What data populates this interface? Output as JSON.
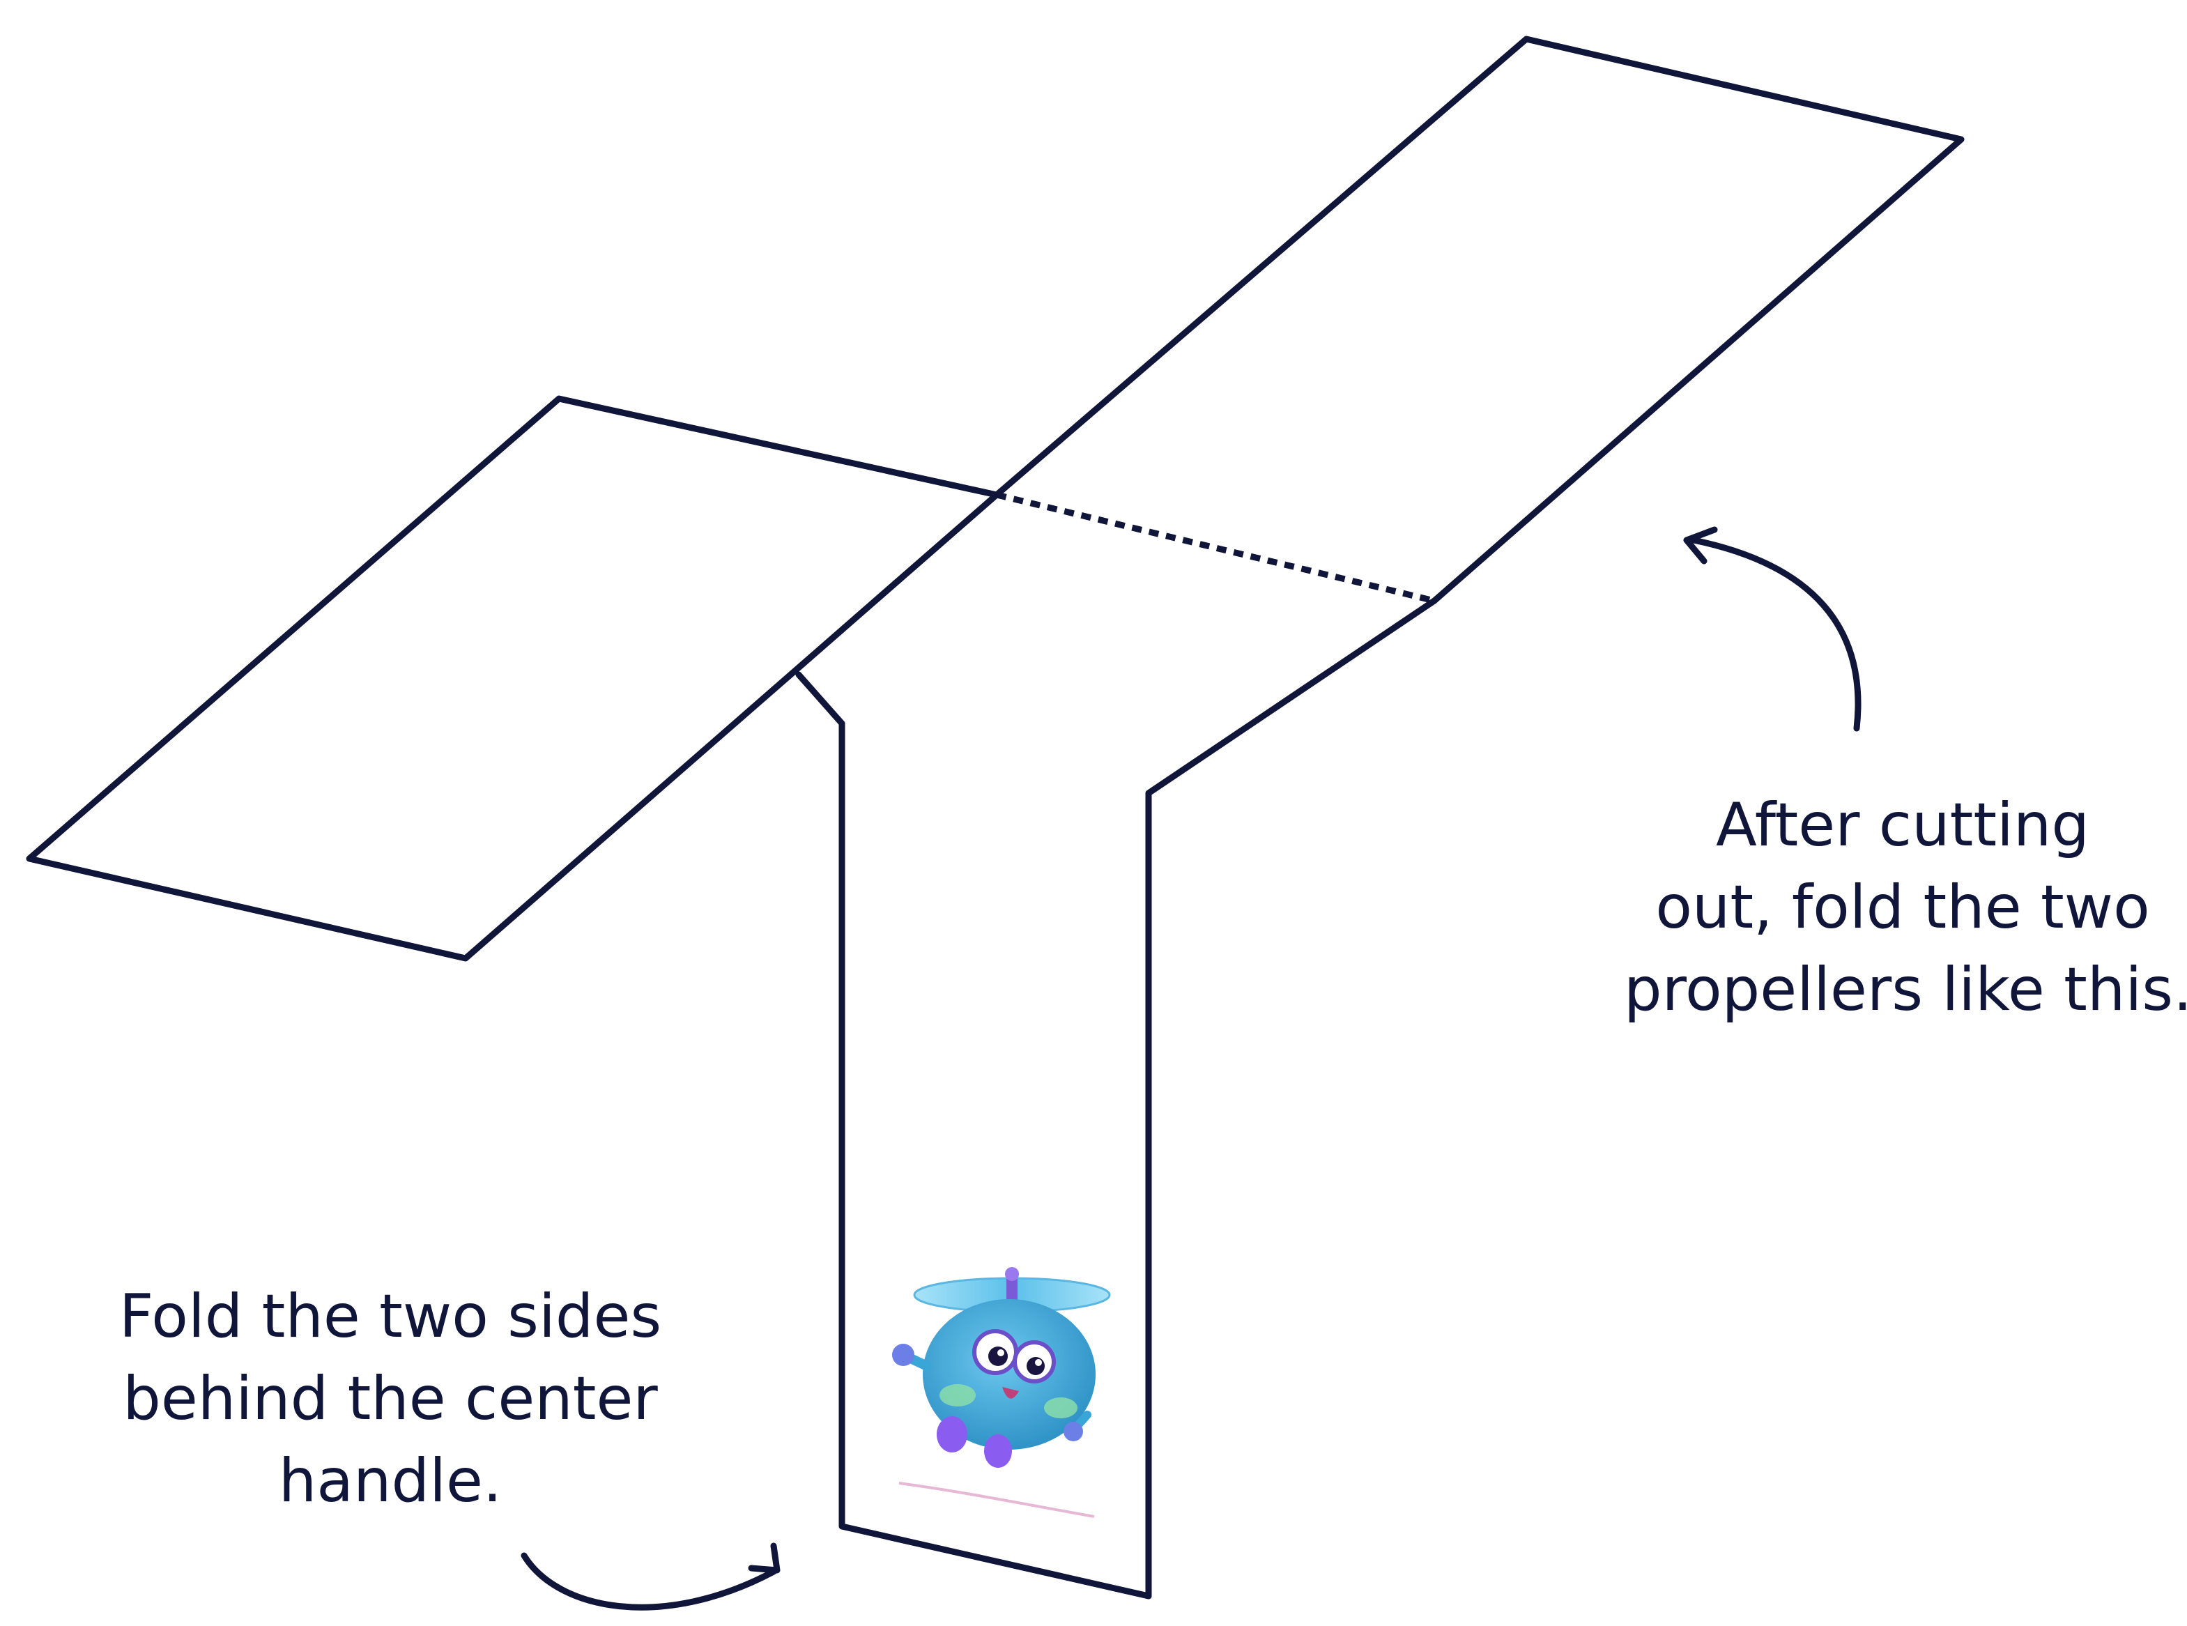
{
  "annotations": {
    "right_note": {
      "lines": [
        "After cutting",
        "out, fold the two",
        "propellers like this."
      ]
    },
    "left_note": {
      "lines": [
        "Fold the two sides",
        "behind the center",
        "handle."
      ]
    }
  },
  "colors": {
    "ink": "#10153a",
    "background": "#ffffff",
    "mascot_body": "#3aa6d8",
    "mascot_rotor": "#7fd0f0",
    "mascot_feet": "#8a5cf0"
  },
  "icons": {
    "mascot": "helicopter-mascot-icon",
    "right_arrow": "curved-arrow-icon",
    "left_arrow": "curved-arrow-icon"
  }
}
